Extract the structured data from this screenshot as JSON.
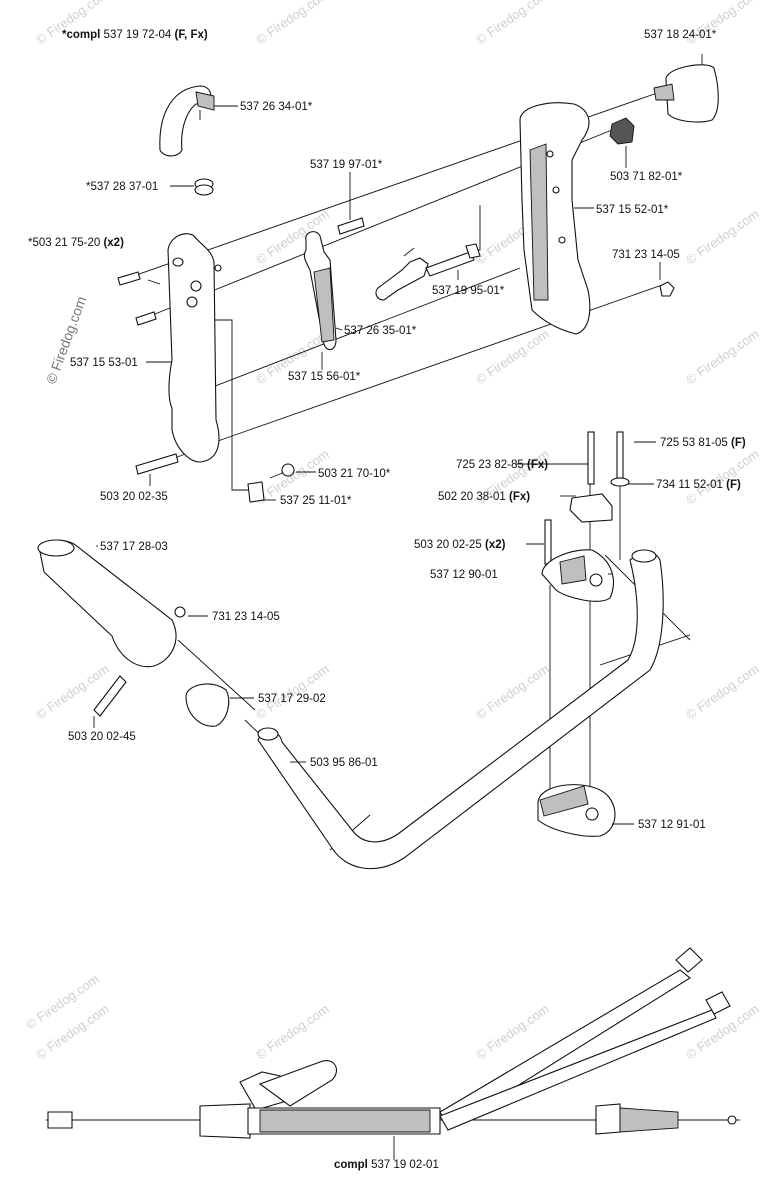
{
  "labels": {
    "compl_top": {
      "prefix": "*compl ",
      "num": "537 19 72-04 ",
      "suffix": "(F, Fx)"
    },
    "l_537_18_24": "537 18 24-01*",
    "l_537_26_34": "537 26 34-01*",
    "l_537_28_37": "*537 28 37-01",
    "l_537_19_97": "537 19 97-01*",
    "l_503_71_82": "503 71 82-01*",
    "l_537_15_52": "537 15 52-01*",
    "l_503_21_75": {
      "num": "*503 21 75-20 ",
      "suffix": "(x2)"
    },
    "l_731_23_14_a": "731 23 14-05",
    "l_537_19_95": "537 19 95-01*",
    "l_537_26_35": "537 26 35-01*",
    "l_537_15_53": "537 15 53-01",
    "l_537_15_56": "537 15 56-01*",
    "l_725_53_81": {
      "num": "725 53 81-05 ",
      "suffix": "(F)"
    },
    "l_725_23_82": {
      "num": "725 23 82-85 ",
      "suffix": "(Fx)"
    },
    "l_734_11_52": {
      "num": "734 11 52-01 ",
      "suffix": "(F)"
    },
    "l_503_21_70": "503 21 70-10*",
    "l_502_20_38": {
      "num": "502 20 38-01 ",
      "suffix": "(Fx)"
    },
    "l_503_20_02_35": "503 20 02-35",
    "l_537_25_11": "537 25 11-01*",
    "l_503_20_02_25": {
      "num": "503 20 02-25 ",
      "suffix": "(x2)"
    },
    "l_537_17_28": "537 17 28-03",
    "l_537_12_90": "537 12 90-01",
    "l_731_23_14_b": "731 23 14-05",
    "l_537_17_29": "537 17 29-02",
    "l_503_20_02_45": "503 20 02-45",
    "l_503_95_86": "503 95 86-01",
    "l_537_12_91": "537 12 91-01",
    "compl_bottom": {
      "prefix": "compl ",
      "num": "537 19 02-01"
    }
  },
  "watermark": {
    "text": "© Firedog.com",
    "side": "© Firedog.com"
  }
}
